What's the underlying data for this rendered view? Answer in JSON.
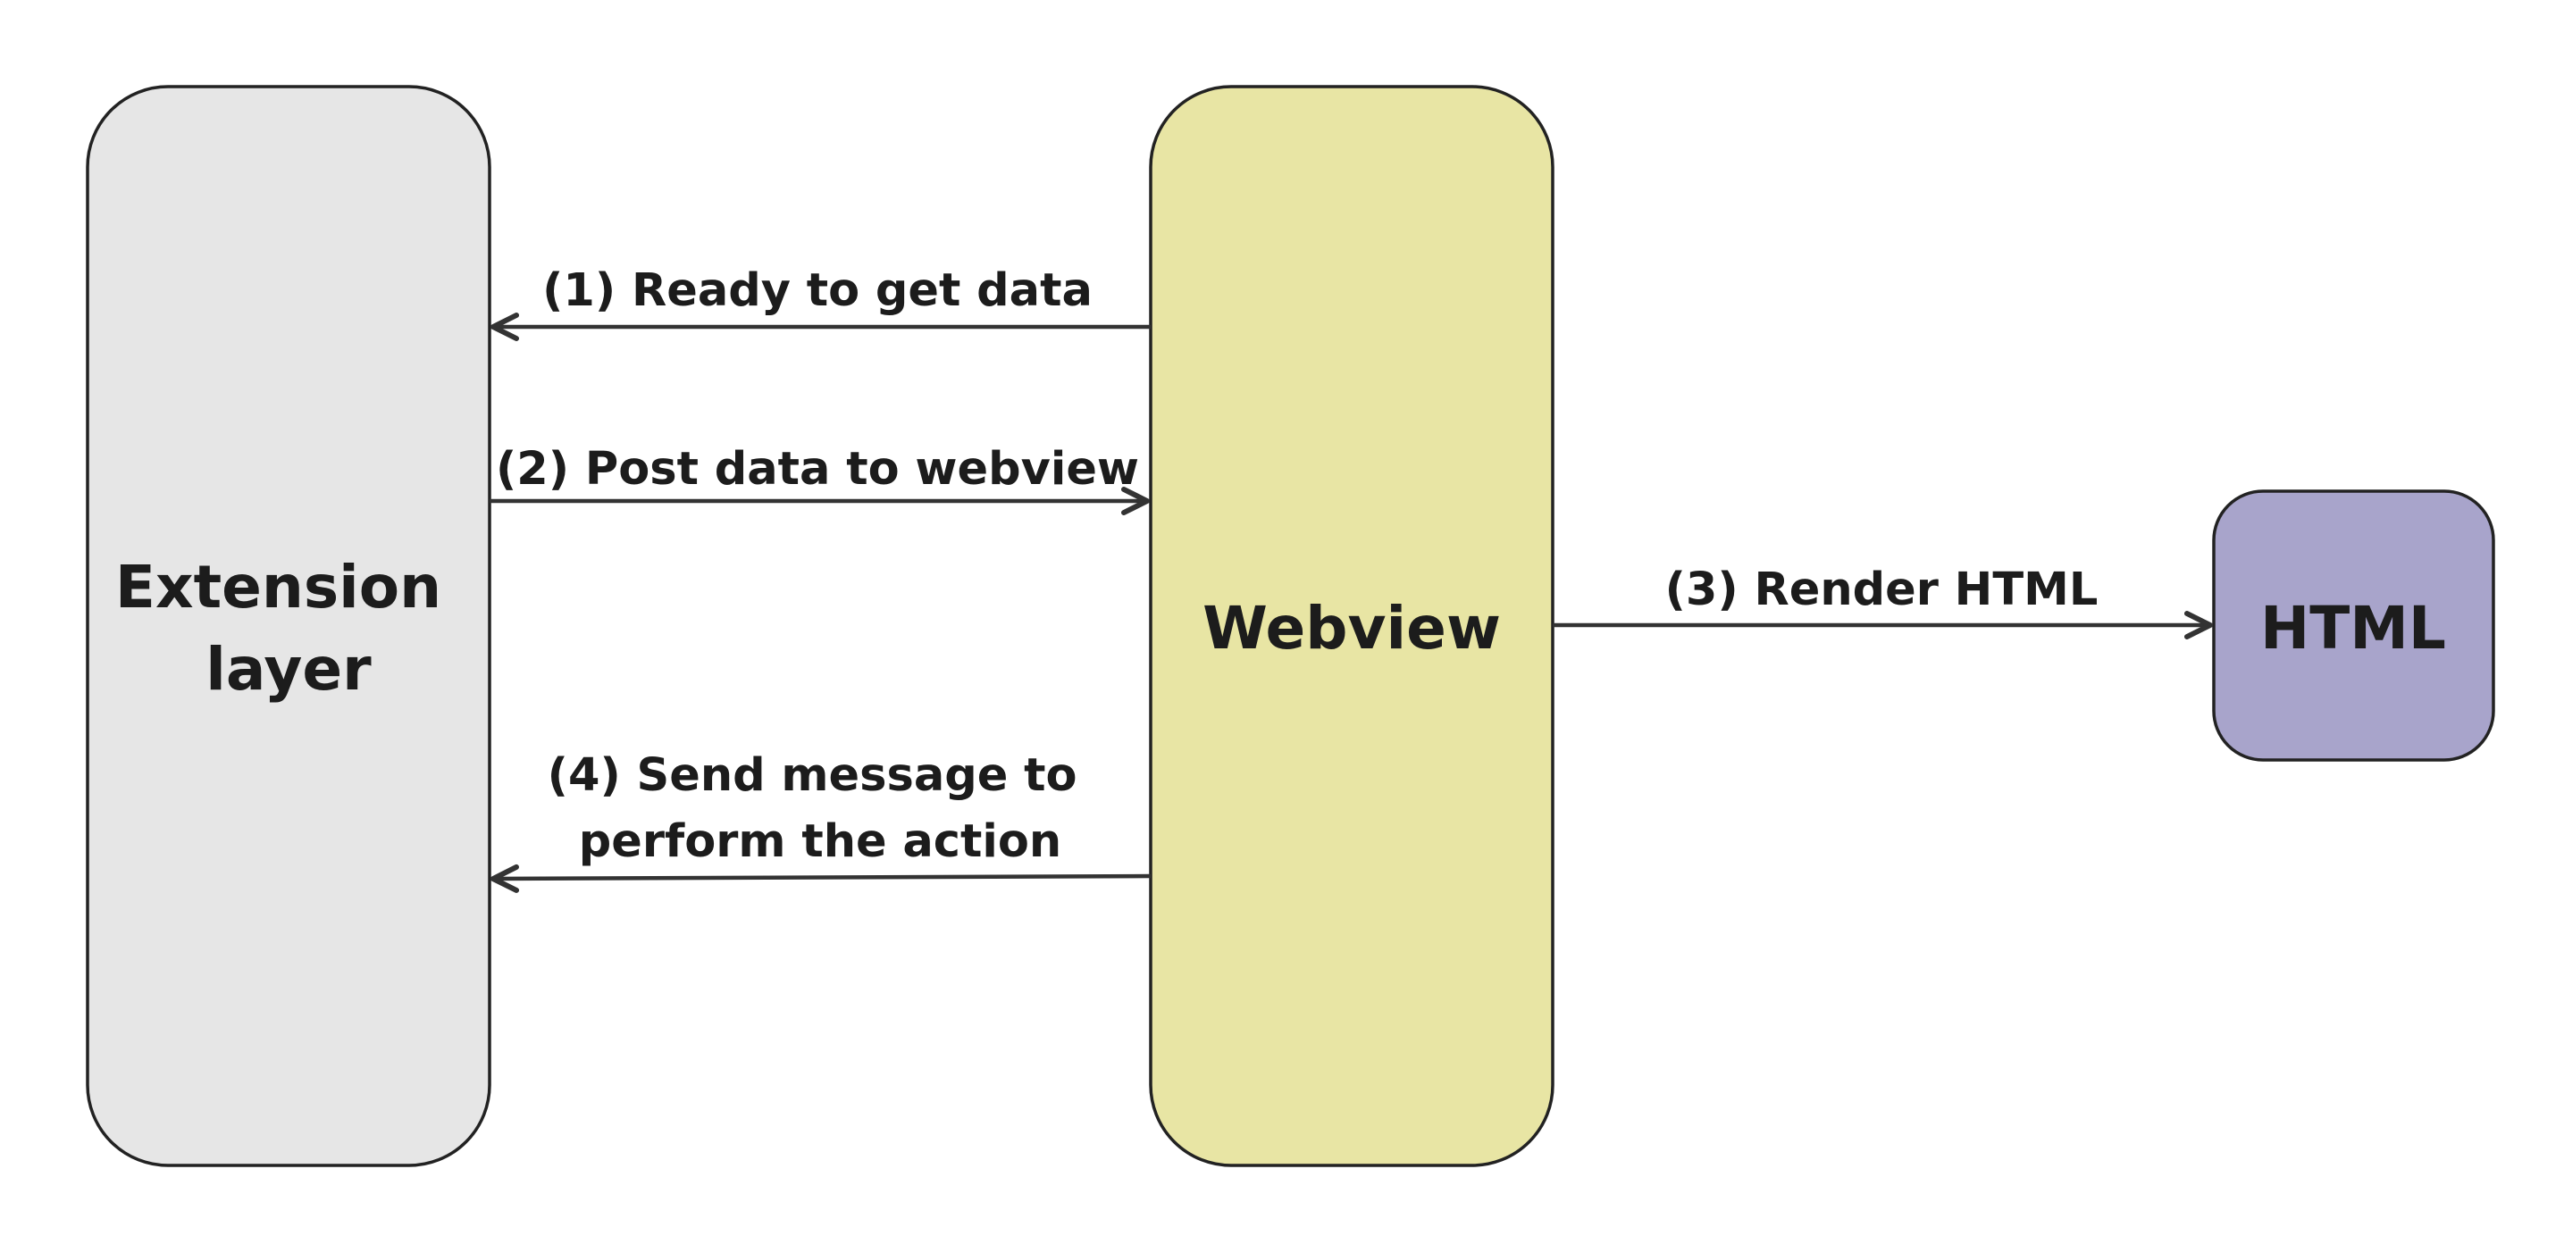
{
  "nodes": {
    "extension": {
      "label_lines": [
        "Extension",
        "layer"
      ],
      "color": "#e6e6e6"
    },
    "webview": {
      "label": "Webview",
      "color": "#e8e5a4"
    },
    "html": {
      "label": "HTML",
      "color": "#a8a4cb"
    }
  },
  "edges": [
    {
      "label_lines": [
        "(1) Ready to get data"
      ],
      "from": "webview",
      "to": "extension"
    },
    {
      "label_lines": [
        "(2) Post data to webview"
      ],
      "from": "extension",
      "to": "webview"
    },
    {
      "label_lines": [
        "(3) Render HTML"
      ],
      "from": "webview",
      "to": "html"
    },
    {
      "label_lines": [
        "(4) Send message to",
        "perform the action"
      ],
      "from": "webview",
      "to": "extension"
    }
  ],
  "colors": {
    "stroke": "#222222",
    "arrow": "#333333",
    "text": "#1c1c1c"
  }
}
